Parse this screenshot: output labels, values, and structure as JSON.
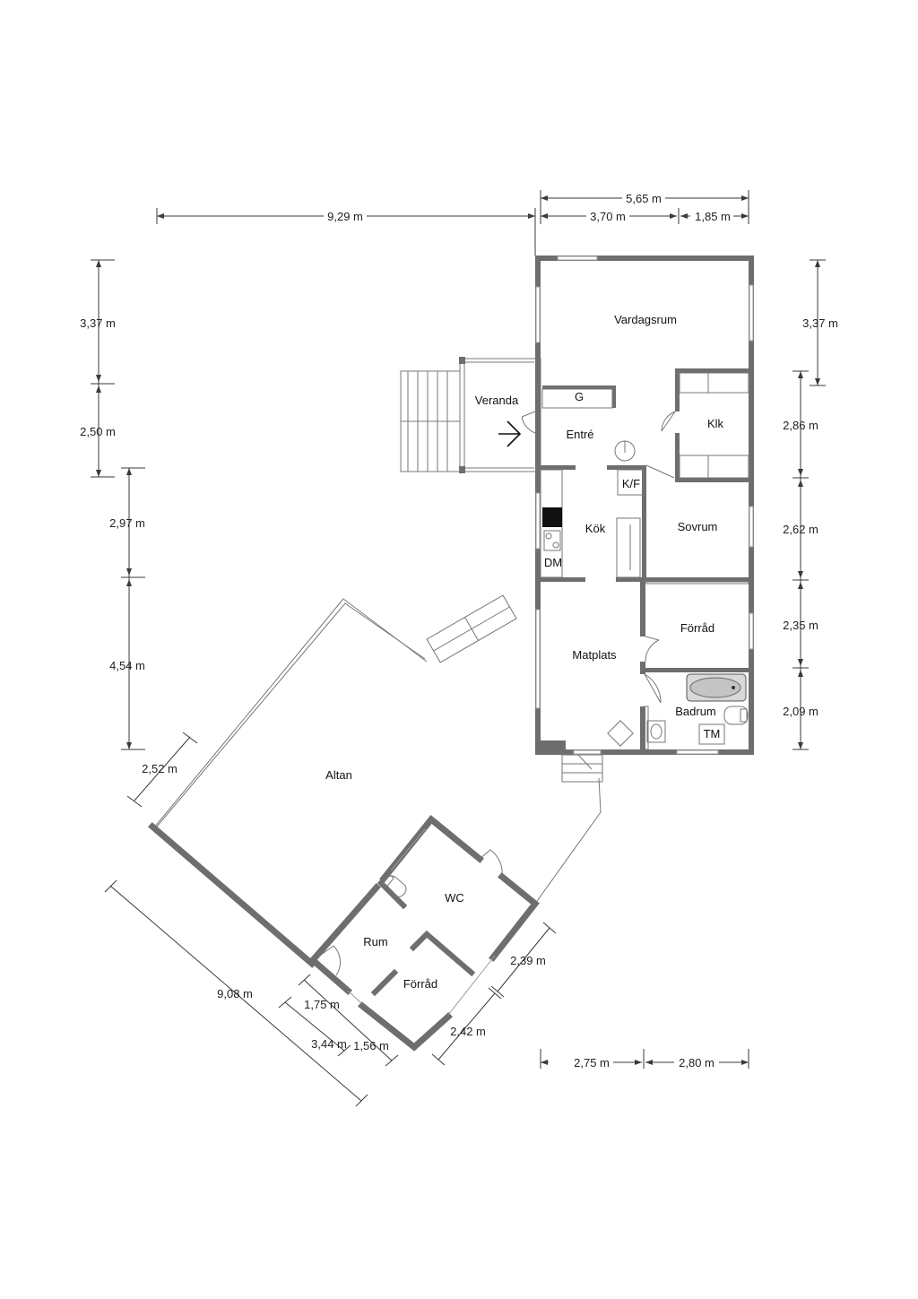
{
  "rooms": {
    "vardagsrum": "Vardagsrum",
    "veranda": "Veranda",
    "g": "G",
    "entre": "Entré",
    "klk": "Klk",
    "kf": "K/F",
    "kok": "Kök",
    "dm": "DM",
    "sovrum": "Sovrum",
    "forrad_main": "Förråd",
    "matplats": "Matplats",
    "badrum": "Badrum",
    "tm": "TM",
    "altan": "Altan",
    "wc": "WC",
    "rum": "Rum",
    "forrad_annex": "Förråd"
  },
  "dimensions": {
    "top_total": "5,65 m",
    "top_left": "3,70 m",
    "top_right": "1,85 m",
    "left_width": "9,29 m",
    "left_a": "3,37 m",
    "left_b": "2,50 m",
    "left_c": "2,97 m",
    "left_d": "4,54 m",
    "right_a": "3,37 m",
    "right_b": "2,86 m",
    "right_c": "2,62 m",
    "right_d": "2,35 m",
    "right_e": "2,09 m",
    "bottom_left": "2,75 m",
    "bottom_right": "2,80 m",
    "diag_252": "2,52 m",
    "diag_908": "9,08 m",
    "diag_175": "1,75 m",
    "diag_344": "3,44 m",
    "diag_156": "1,56 m",
    "diag_239": "2,39 m",
    "diag_242": "2,42 m"
  },
  "colors": {
    "wall": "#6e6e6e",
    "appliance": "#111111"
  }
}
